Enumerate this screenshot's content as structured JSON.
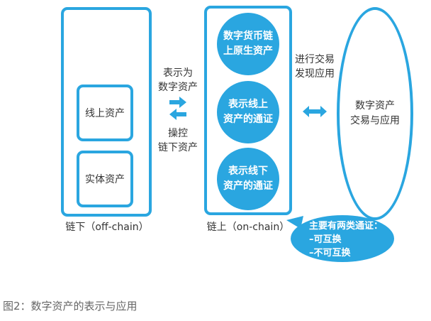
{
  "offchain": {
    "items": [
      "线上资产",
      "实体资产"
    ],
    "label": "链下（off-chain）"
  },
  "middle": {
    "top_label": [
      "表示为",
      "数字资产"
    ],
    "bottom_label": [
      "操控",
      "链下资产"
    ]
  },
  "onchain": {
    "circles": [
      [
        "数字货币链",
        "上原生资产"
      ],
      [
        "表示线上",
        "资产的通证"
      ],
      [
        "表示线下",
        "资产的通证"
      ]
    ],
    "label": "链上（on-chain）"
  },
  "right": {
    "top_label": [
      "进行交易",
      "发现应用"
    ],
    "ellipse": [
      "数字资产",
      "交易与应用"
    ]
  },
  "bubble": {
    "lines": [
      "主要有两类通证：",
      "–可互换",
      "–不可互换"
    ]
  },
  "caption": "图2：数字资产的表示与应用",
  "colors": {
    "accent": "#2AA6E0",
    "text": "#333333",
    "caption": "#666666"
  }
}
